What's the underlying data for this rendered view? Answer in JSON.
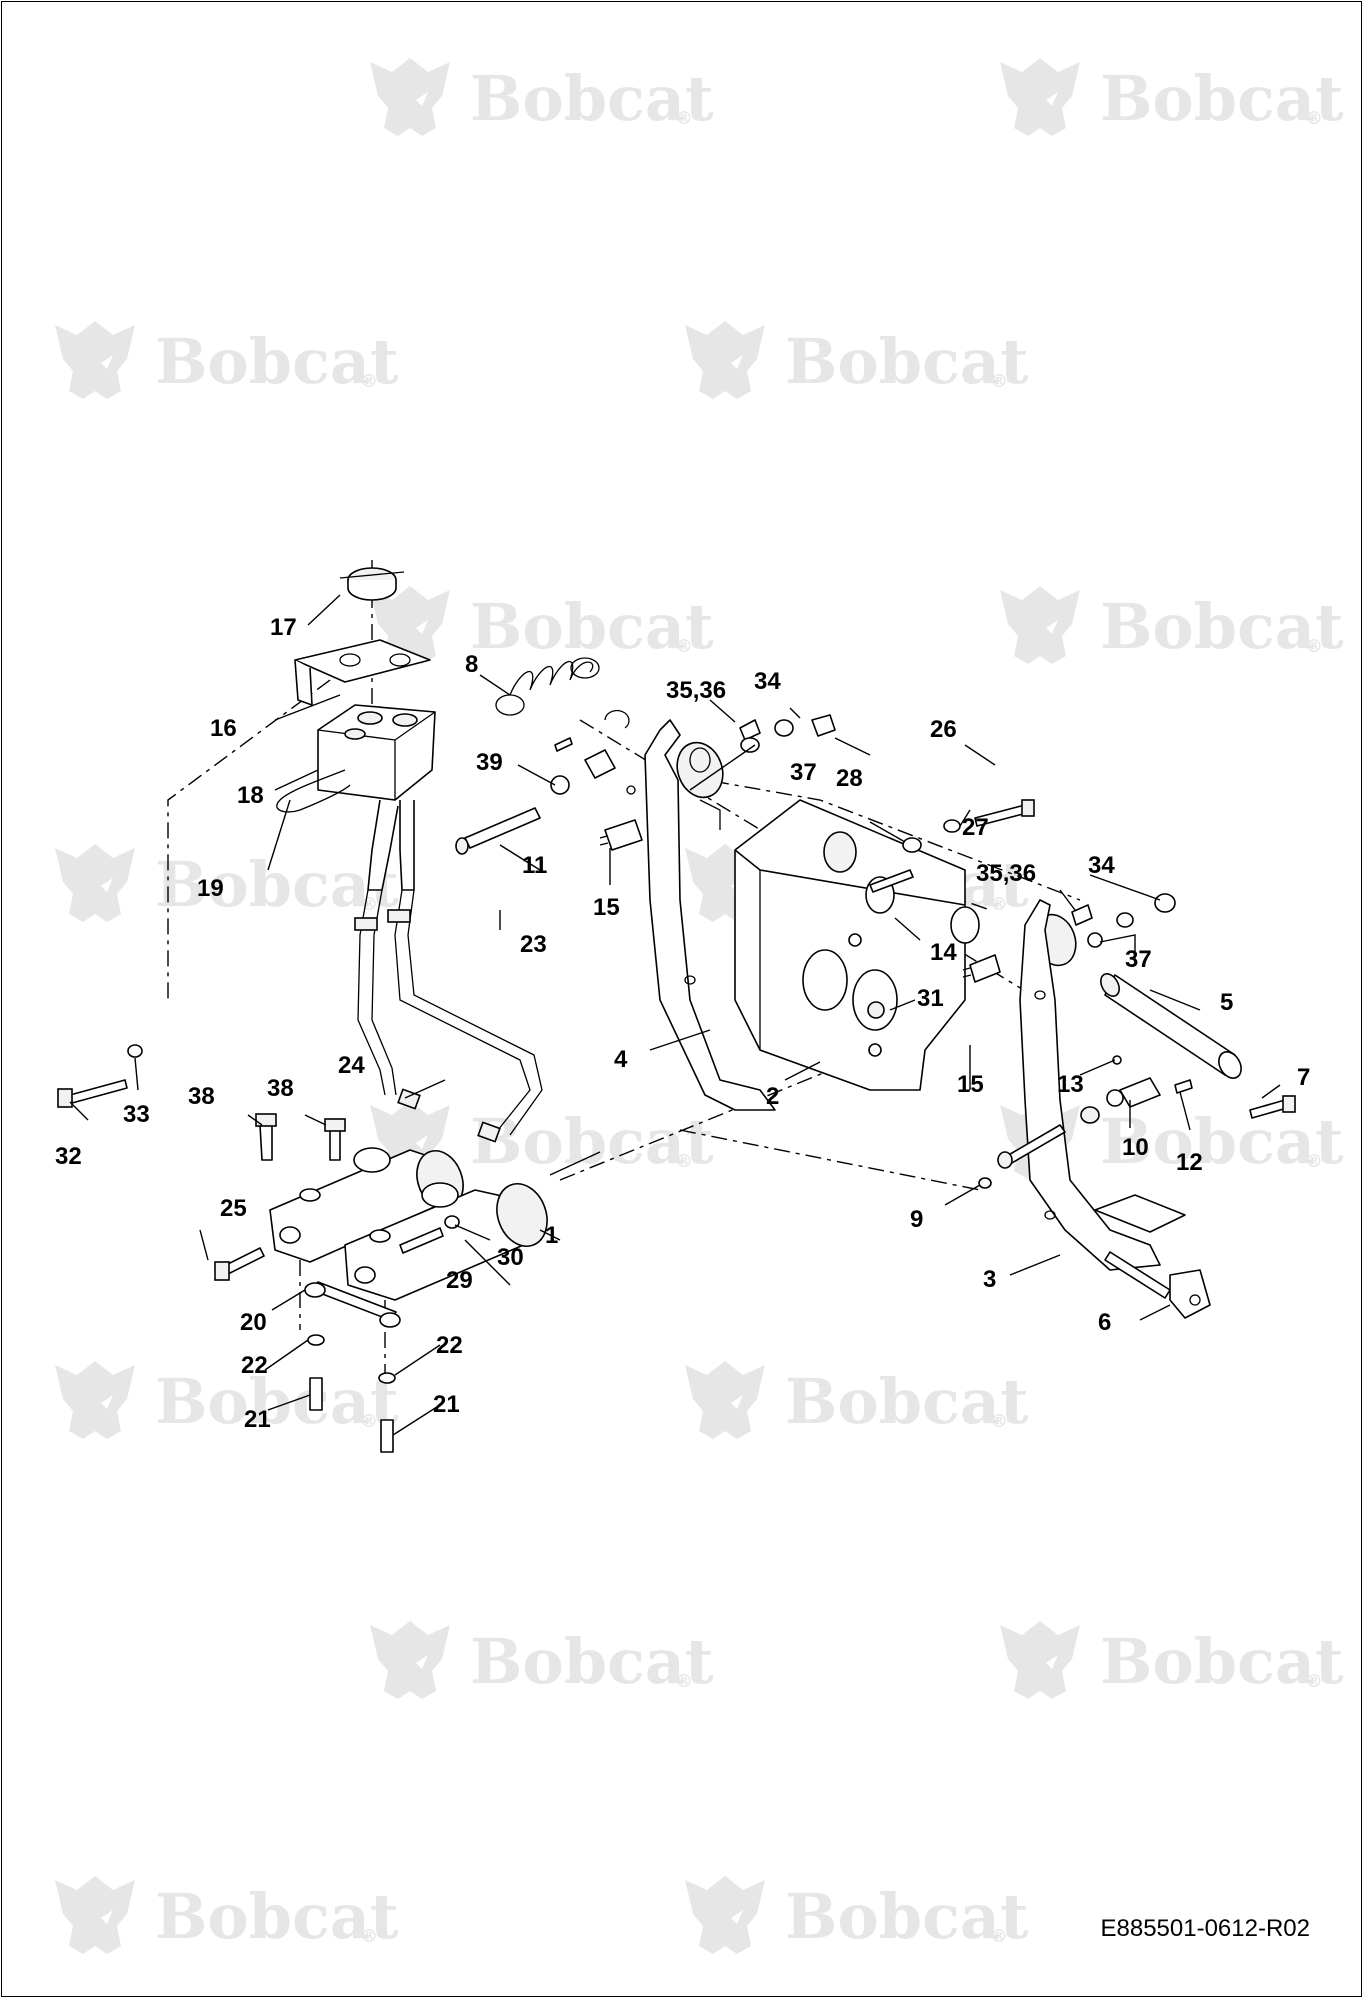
{
  "watermark": {
    "text": "Bobcat",
    "mark": "®"
  },
  "document": {
    "code": "E885501-0612-R02"
  },
  "callouts": [
    {
      "id": "c1",
      "label": "1"
    },
    {
      "id": "c2",
      "label": "2"
    },
    {
      "id": "c3",
      "label": "3"
    },
    {
      "id": "c4",
      "label": "4"
    },
    {
      "id": "c5",
      "label": "5"
    },
    {
      "id": "c6",
      "label": "6"
    },
    {
      "id": "c7",
      "label": "7"
    },
    {
      "id": "c8",
      "label": "8"
    },
    {
      "id": "c9",
      "label": "9"
    },
    {
      "id": "c10",
      "label": "10"
    },
    {
      "id": "c11",
      "label": "11"
    },
    {
      "id": "c12",
      "label": "12"
    },
    {
      "id": "c13",
      "label": "13"
    },
    {
      "id": "c14",
      "label": "14"
    },
    {
      "id": "c15a",
      "label": "15"
    },
    {
      "id": "c15b",
      "label": "15"
    },
    {
      "id": "c16",
      "label": "16"
    },
    {
      "id": "c17",
      "label": "17"
    },
    {
      "id": "c18",
      "label": "18"
    },
    {
      "id": "c19",
      "label": "19"
    },
    {
      "id": "c20",
      "label": "20"
    },
    {
      "id": "c21a",
      "label": "21"
    },
    {
      "id": "c21b",
      "label": "21"
    },
    {
      "id": "c22a",
      "label": "22"
    },
    {
      "id": "c22b",
      "label": "22"
    },
    {
      "id": "c23",
      "label": "23"
    },
    {
      "id": "c24",
      "label": "24"
    },
    {
      "id": "c25",
      "label": "25"
    },
    {
      "id": "c26",
      "label": "26"
    },
    {
      "id": "c27",
      "label": "27"
    },
    {
      "id": "c28",
      "label": "28"
    },
    {
      "id": "c29",
      "label": "29"
    },
    {
      "id": "c30",
      "label": "30"
    },
    {
      "id": "c31",
      "label": "31"
    },
    {
      "id": "c32",
      "label": "32"
    },
    {
      "id": "c33",
      "label": "33"
    },
    {
      "id": "c34a",
      "label": "34"
    },
    {
      "id": "c34b",
      "label": "34"
    },
    {
      "id": "c3536a",
      "label": "35,36"
    },
    {
      "id": "c3536b",
      "label": "35,36"
    },
    {
      "id": "c37a",
      "label": "37"
    },
    {
      "id": "c37b",
      "label": "37"
    },
    {
      "id": "c38a",
      "label": "38"
    },
    {
      "id": "c38b",
      "label": "38"
    },
    {
      "id": "c39",
      "label": "39"
    }
  ]
}
